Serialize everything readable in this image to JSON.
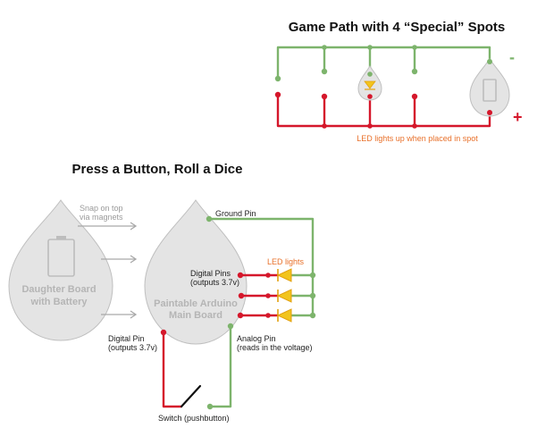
{
  "top": {
    "title": "Game Path with 4 “Special” Spots",
    "minus_sign": "-",
    "plus_sign": "+",
    "caption": "LED lights up when placed in spot"
  },
  "bottom": {
    "title": "Press a Button, Roll a Dice",
    "snap_line1": "Snap on top",
    "snap_line2": "via magnets",
    "daughter_line1": "Daughter Board",
    "daughter_line2": "with Battery",
    "main_line1": "Paintable Arduino",
    "main_line2": "Main Board",
    "ground_pin": "Ground Pin",
    "led_lights": "LED lights",
    "digital_pins_line1": "Digital Pins",
    "digital_pins_line2": "(outputs 3.7v)",
    "digital_pin_line1": "Digital Pin",
    "digital_pin_line2": "(outputs 3.7v)",
    "analog_pin_line1": "Analog Pin",
    "analog_pin_line2": "(reads in the voltage)",
    "switch_label": "Switch (pushbutton)"
  },
  "colors": {
    "ground_wire": "#7db46c",
    "power_wire": "#d5172b",
    "led": "#f2c41c",
    "annotation": "#e8702a",
    "board": "#e4e4e4"
  }
}
